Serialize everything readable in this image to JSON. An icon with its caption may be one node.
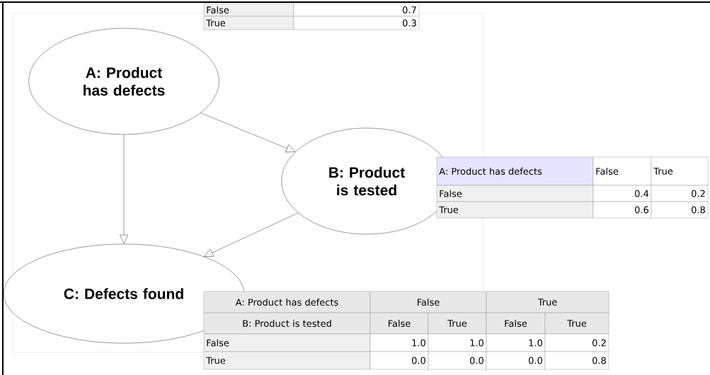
{
  "diagram": {
    "nodes": [
      {
        "text": [
          "A: Product has defects"
        ]
      },
      {
        "text": [
          "B: Product is tested"
        ]
      },
      {
        "text": [
          "C: Defects found"
        ]
      }
    ],
    "edges": [
      {
        "from": 0,
        "to": 1,
        "arrow": "to"
      },
      {
        "from": 0,
        "to": 2,
        "arrow": "to"
      },
      {
        "from": 1,
        "to": 2,
        "arrow": "to"
      }
    ],
    "labels": [
      "False",
      "0.7",
      "True",
      "0.3",
      "A: Product has defects",
      "False",
      "True",
      "False",
      "0.4",
      "0.2",
      "True",
      "0.6",
      "0.8",
      "A: Product has defects",
      "False",
      "True",
      "B: Product is tested",
      "False",
      "True",
      "False",
      "True",
      "False",
      "1.0",
      "1.0",
      "1.0",
      "0.2",
      "True",
      "0.0",
      "0.0",
      "0.0",
      "0.8"
    ]
  }
}
